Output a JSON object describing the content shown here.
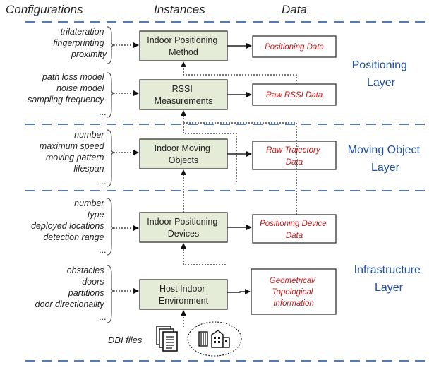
{
  "headers": {
    "configurations": "Configurations",
    "instances": "Instances",
    "data": "Data"
  },
  "layers": {
    "positioning": [
      "Positioning",
      "Layer"
    ],
    "moving_object": [
      "Moving Object",
      "Layer"
    ],
    "infrastructure": [
      "Infrastructure",
      "Layer"
    ]
  },
  "rows": [
    {
      "configs": [
        "trilateration",
        "fingerprinting",
        "proximity"
      ],
      "instance": [
        "Indoor Positioning",
        "Method"
      ],
      "data": [
        "Positioning Data"
      ]
    },
    {
      "configs": [
        "path loss model",
        "noise model",
        "sampling frequency",
        "..."
      ],
      "instance": [
        "RSSI",
        "Measurements"
      ],
      "data": [
        "Raw RSSI Data"
      ]
    },
    {
      "configs": [
        "number",
        "maximum speed",
        "moving pattern",
        "lifespan",
        "..."
      ],
      "instance": [
        "Indoor Moving",
        "Objects"
      ],
      "data": [
        "Raw Trajectory",
        "Data"
      ]
    },
    {
      "configs": [
        "number",
        "type",
        "deployed locations",
        "detection range",
        "..."
      ],
      "instance": [
        "Indoor Positioning",
        "Devices"
      ],
      "data": [
        "Positioning Device",
        "Data"
      ]
    },
    {
      "configs": [
        "obstacles",
        "doors",
        "partitions",
        "door directionality",
        "..."
      ],
      "instance": [
        "Host Indoor",
        "Environment"
      ],
      "data": [
        "Geometrical/",
        "Topological",
        "Information"
      ]
    }
  ],
  "files_label": "DBI files",
  "icons": [
    "document-stack-icon",
    "buildings-icon"
  ],
  "colors": {
    "instance_fill": "#e4ecd8",
    "data_text": "#c0181a",
    "layer_text": "#1f4e9a",
    "separator": "#1f4e9a"
  }
}
